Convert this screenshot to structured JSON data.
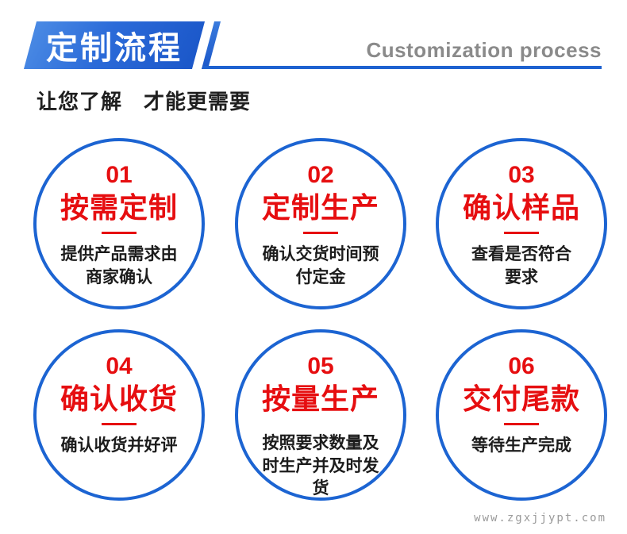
{
  "header": {
    "title": "定制流程",
    "subtitle_en": "Customization process",
    "tagline": "让您了解　才能更需要"
  },
  "steps": [
    {
      "number": "01",
      "title": "按需定制",
      "desc": [
        "提供产品需求由",
        "商家确认"
      ]
    },
    {
      "number": "02",
      "title": "定制生产",
      "desc": [
        "确认交货时间预",
        "付定金"
      ]
    },
    {
      "number": "03",
      "title": "确认样品",
      "desc": [
        "查看是否符合",
        "要求"
      ]
    },
    {
      "number": "04",
      "title": "确认收货",
      "desc": [
        "确认收货并好评"
      ]
    },
    {
      "number": "05",
      "title": "按量生产",
      "desc": [
        "按照要求数量及",
        "时生产并及时发",
        "货"
      ]
    },
    {
      "number": "06",
      "title": "交付尾款",
      "desc": [
        "等待生产完成"
      ]
    }
  ],
  "watermark": "www.zgxjjypt.com",
  "colors": {
    "accent_blue": "#1e62d0",
    "banner_blue_light": "#4a8ae4",
    "banner_blue_dark": "#1b57c9",
    "red": "#e60e10",
    "gray_text": "#8a8a8a",
    "dark_text": "#1c1c1c"
  }
}
